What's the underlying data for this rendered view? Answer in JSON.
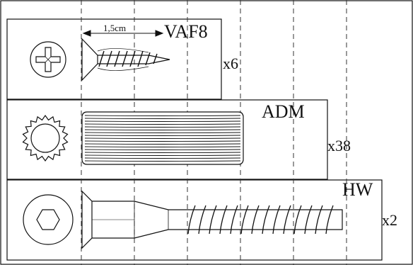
{
  "parts": [
    {
      "code": "VAF8",
      "quantity": "x6",
      "head": "phillips-countersunk",
      "dimension": "1,5cm"
    },
    {
      "code": "ADM",
      "quantity": "x38",
      "head": "fluted-dowel"
    },
    {
      "code": "HW",
      "quantity": "x2",
      "head": "hex-socket-countersunk"
    }
  ],
  "colors": {
    "line": "#111111",
    "background": "#ffffff",
    "guides": "#333333"
  }
}
